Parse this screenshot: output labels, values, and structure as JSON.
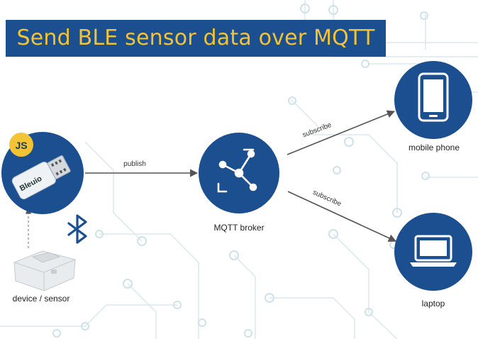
{
  "title": "Send BLE sensor data over MQTT",
  "nodes": {
    "bleuio": {
      "badge": "JS",
      "device_text": "Bleuio"
    },
    "sensor": {
      "label": "device / sensor"
    },
    "broker": {
      "label": "MQTT broker"
    },
    "phone": {
      "label": "mobile phone"
    },
    "laptop": {
      "label": "laptop"
    }
  },
  "edges": {
    "publish": "publish",
    "subscribe_phone": "subscribe",
    "subscribe_laptop": "subscribe"
  },
  "colors": {
    "banner_bg": "#1b4f8f",
    "banner_text": "#f3c336",
    "node_fill": "#1b4f8f",
    "badge": "#f3c336",
    "bluetooth": "#1b4f8f"
  },
  "icons": [
    "js-badge-icon",
    "usb-dongle-icon",
    "bluetooth-icon",
    "sensor-device-icon",
    "mqtt-hub-icon",
    "mobile-phone-icon",
    "laptop-icon"
  ]
}
